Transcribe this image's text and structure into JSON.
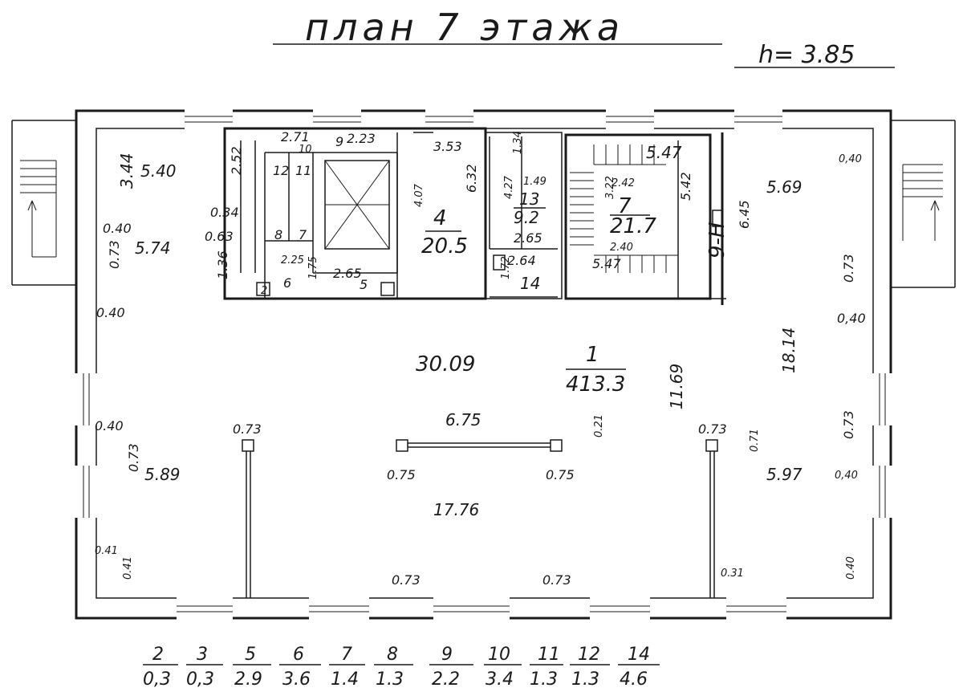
{
  "title": "план 7 этажа",
  "height_label": "h= 3.85",
  "rooms": {
    "main": {
      "num": "1",
      "area": "413.3"
    },
    "r4": {
      "num": "4",
      "area": "20.5"
    },
    "r13": {
      "num": "13",
      "area": "9.2"
    },
    "r14": {
      "num": "14"
    },
    "r7": {
      "num": "7",
      "area": "21.7"
    },
    "r12": {
      "num": "12"
    },
    "r11": {
      "num": "11"
    },
    "r8": {
      "num": "8"
    },
    "r7b": {
      "num": "7"
    },
    "r6": {
      "num": "6"
    },
    "r5": {
      "num": "5"
    },
    "r10": {
      "num": "10"
    },
    "r9": {
      "num": "9"
    },
    "r2": {
      "num": "2"
    },
    "stair_mark": "9-Н"
  },
  "dims": {
    "d544": "5.40",
    "d344": "3.44",
    "d252": "2.52",
    "d034": "0.34",
    "d040a": "0.40",
    "d574": "5.74",
    "d063": "0.63",
    "d073a": "0.73",
    "d040b": "0.40",
    "d136": "1.36",
    "d271": "2.71",
    "d223": "2.23",
    "d353": "3.53",
    "d632": "6.32",
    "d407": "4.07",
    "d225": "2.25",
    "d175": "1.75",
    "d265a": "2.65",
    "d134": "1.34",
    "d149": "1.49",
    "d427": "4.27",
    "d265b": "2.65",
    "d264": "2.64",
    "d172": "1.72",
    "d547top": "5.47",
    "d242": "2.42",
    "d322": "3.22",
    "d542": "5.42",
    "d240": "2.40",
    "d547bot": "5.47",
    "d645": "6.45",
    "d040r1": "0,40",
    "d569": "5.69",
    "d073r1": "0.73",
    "d040r2": "0,40",
    "d1814": "18.14",
    "d3009": "30.09",
    "d675": "6.75",
    "d021": "0.21",
    "d073c1": "0.73",
    "d075a": "0.75",
    "d075b": "0.75",
    "d1169": "11.69",
    "d073c2": "0.73",
    "d071": "0.71",
    "d597": "5.97",
    "d073r2": "0.73",
    "d040r3": "0,40",
    "d040c": "0.40",
    "d073d": "0.73",
    "d589": "5.89",
    "d1776": "17.76",
    "d041a": "0.41",
    "d041b": "0.41",
    "d073e": "0.73",
    "d073f": "0.73",
    "d031": "0.31",
    "d040r4": "0.40"
  },
  "legend": [
    {
      "num": "2",
      "area": "0,3"
    },
    {
      "num": "3",
      "area": "0,3"
    },
    {
      "num": "5",
      "area": "2.9"
    },
    {
      "num": "6",
      "area": "3.6"
    },
    {
      "num": "7",
      "area": "1.4"
    },
    {
      "num": "8",
      "area": "1.3"
    },
    {
      "num": "9",
      "area": "2.2"
    },
    {
      "num": "10",
      "area": "3.4"
    },
    {
      "num": "11",
      "area": "1.3"
    },
    {
      "num": "12",
      "area": "1.3"
    },
    {
      "num": "14",
      "area": "4.6"
    }
  ]
}
